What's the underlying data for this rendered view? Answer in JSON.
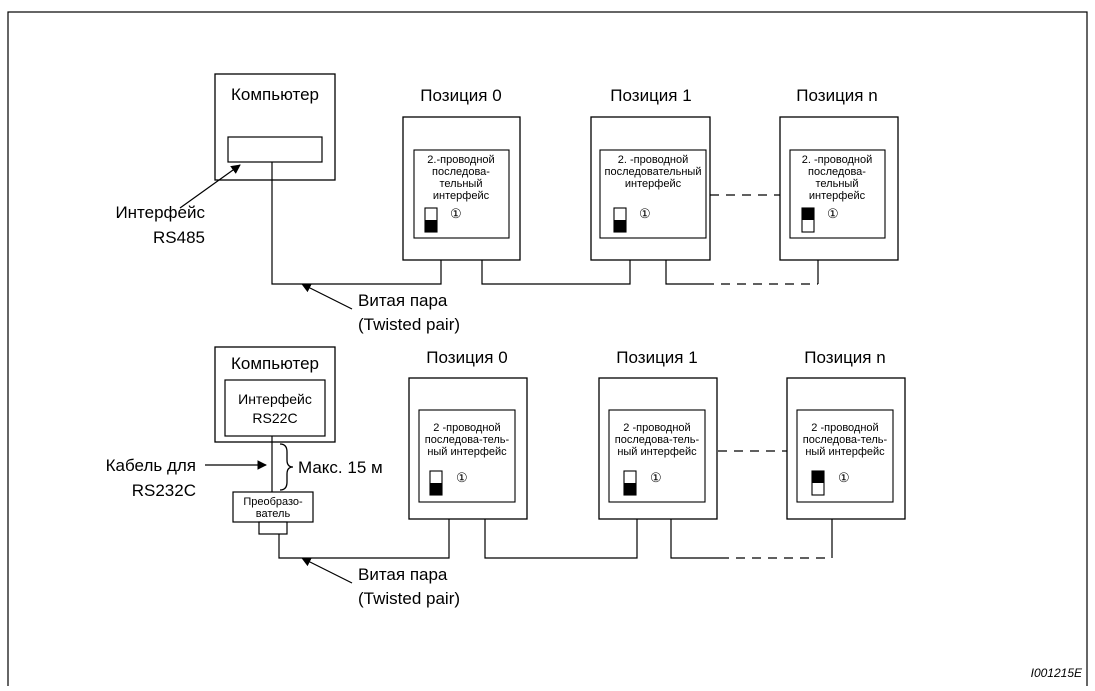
{
  "top": {
    "computer_label": "Компьютер",
    "interface_label_1": "Интерфейс",
    "interface_label_2": "RS485",
    "twisted_1": "Витая пара",
    "twisted_2": "(Twisted pair)",
    "stations": [
      {
        "title": "Позиция 0",
        "lines": [
          "2.-проводной",
          "последова-",
          "тельный",
          "интерфейс"
        ],
        "symbol": "①",
        "switch": "down"
      },
      {
        "title": "Позиция 1",
        "lines": [
          "2. -проводной",
          "последовательный",
          "интерфейс"
        ],
        "symbol": "①",
        "switch": "down"
      },
      {
        "title": "Позиция n",
        "lines": [
          "2. -проводной",
          "последова-",
          "тельный",
          "интерфейс"
        ],
        "symbol": "①",
        "switch": "up"
      }
    ]
  },
  "bottom": {
    "computer_label": "Компьютер",
    "interface_label_1": "Интерфейс",
    "interface_label_2": "RS22C",
    "cable_1": "Кабель для",
    "cable_2": "RS232C",
    "max_length": "Макс. 15 м",
    "converter_1": "Преобразо-",
    "converter_2": "ватель",
    "twisted_1": "Витая пара",
    "twisted_2": "(Twisted pair)",
    "stations": [
      {
        "title": "Позиция 0",
        "lines": [
          "2 -проводной",
          "последова-тель-",
          "ный интерфейс"
        ],
        "symbol": "①",
        "switch": "down"
      },
      {
        "title": "Позиция 1",
        "lines": [
          "2 -проводной",
          "последова-тель-",
          "ный интерфейс"
        ],
        "symbol": "①",
        "switch": "down"
      },
      {
        "title": "Позиция n",
        "lines": [
          "2 -проводной",
          "последова-тель-",
          "ный интерфейс"
        ],
        "symbol": "①",
        "switch": "up"
      }
    ]
  },
  "figure_id": "I001215E"
}
